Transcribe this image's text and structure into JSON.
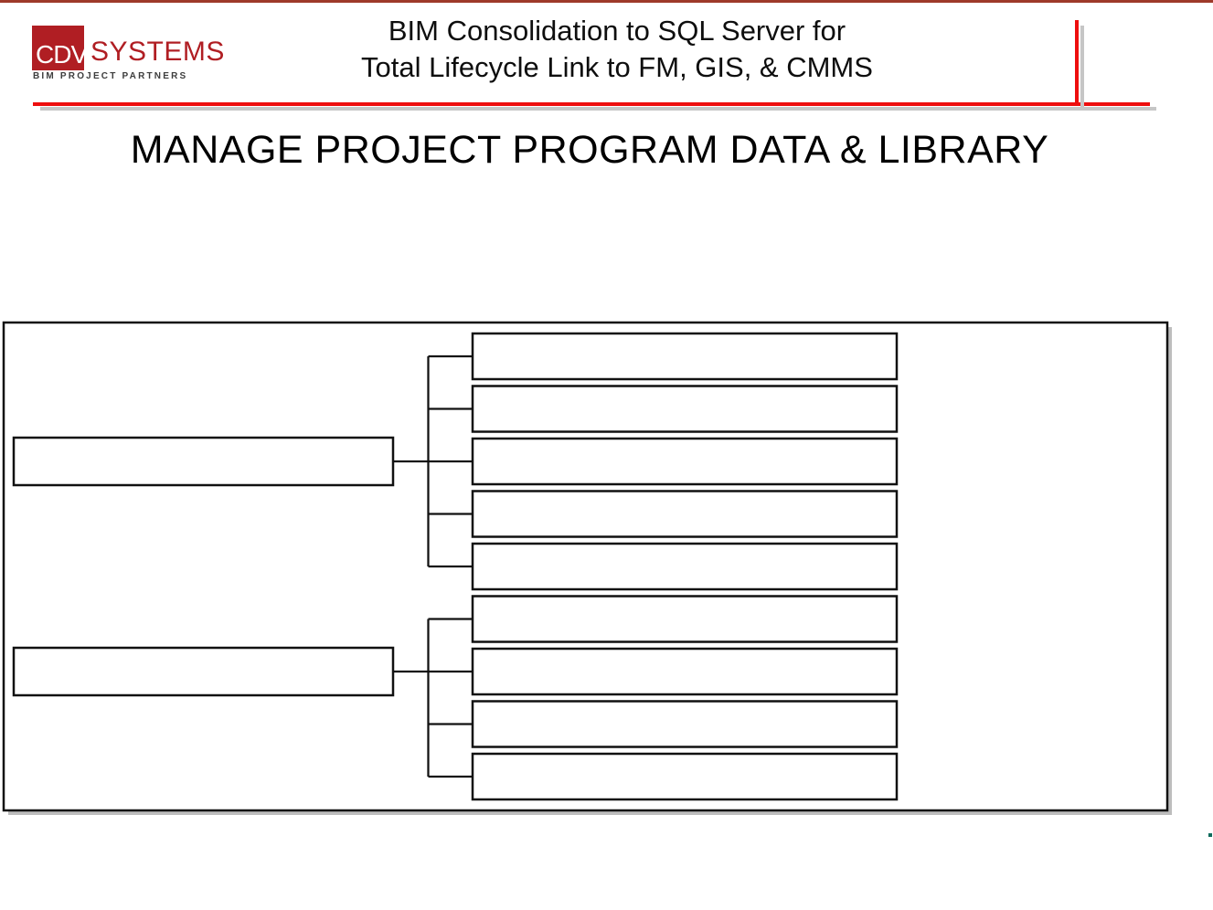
{
  "header": {
    "logo": {
      "square_text": "CDV",
      "name_text": "SYSTEMS",
      "tagline": "BIM PROJECT PARTNERS"
    },
    "title_line1": "BIM Consolidation to SQL Server for",
    "title_line2": "Total Lifecycle Link to FM, GIS, & CMMS"
  },
  "heading": "MANAGE PROJECT PROGRAM DATA & LIBRARY",
  "diagram": {
    "type": "org-chart",
    "description": "Two empty parent boxes each linked by elbow connectors to a column of empty child boxes",
    "parent_count": 2,
    "child_counts": [
      5,
      4
    ],
    "boxes_have_text": false,
    "parent_labels": [
      "",
      ""
    ],
    "child_labels": [
      "",
      "",
      "",
      "",
      "",
      "",
      "",
      "",
      ""
    ]
  },
  "colors": {
    "top_bar": "#9e3a2a",
    "logo_red": "#b01e23",
    "tagline_gray": "#3d3d3d",
    "accent_red": "#ee0e0e",
    "line_shadow_gray": "#c6c6c6",
    "box_shadow_gray": "#bdbdbd",
    "diagram_stroke": "#111111",
    "artifact_teal": "#0f6b5c"
  }
}
